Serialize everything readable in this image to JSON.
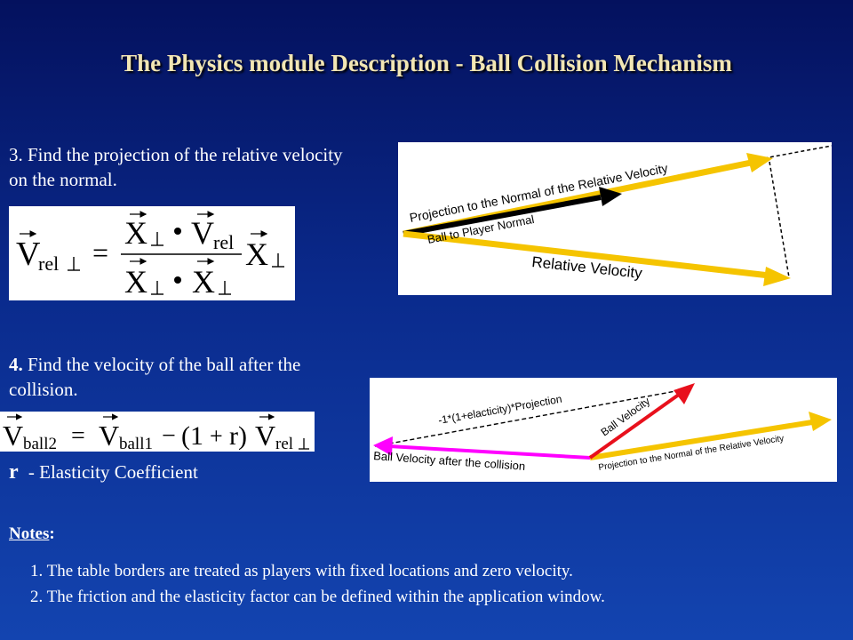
{
  "title": "The Physics module Description - Ball Collision Mechanism",
  "step3": {
    "text": "3. Find the projection of the relative velocity on the normal."
  },
  "step4": {
    "num": "4.",
    "text": " Find the velocity of the ball after the collision."
  },
  "elasticity": {
    "symbol": "r",
    "label": " - Elasticity Coefficient"
  },
  "figure1": {
    "projection_label": "Projection to the Normal of the Relative Velocity",
    "normal_label": "Ball to Player Normal",
    "relative_label": "Relative Velocity"
  },
  "figure2": {
    "top_label": "-1*(1+elacticity)*Projection",
    "ball_velocity_label": "Ball Velocity",
    "after_label": "Ball Velocity after the collision",
    "projection_label": "Projection to the Normal of the Relative Velocity"
  },
  "notes": {
    "heading": "Notes",
    "colon": ":",
    "items": [
      "1. The table borders are treated as players with fixed locations and zero velocity.",
      "2. The friction and the elasticity factor can be defined within the application window."
    ]
  },
  "colors": {
    "background_top": "#04115e",
    "background_bottom": "#1344b0",
    "title": "#f2e6b4",
    "arrow_yellow": "#f5c400",
    "arrow_red": "#e8101c",
    "arrow_magenta": "#ff00ff"
  },
  "icons": [
    "vector-arrow-icon",
    "perpendicular-icon",
    "dot-product-icon"
  ]
}
